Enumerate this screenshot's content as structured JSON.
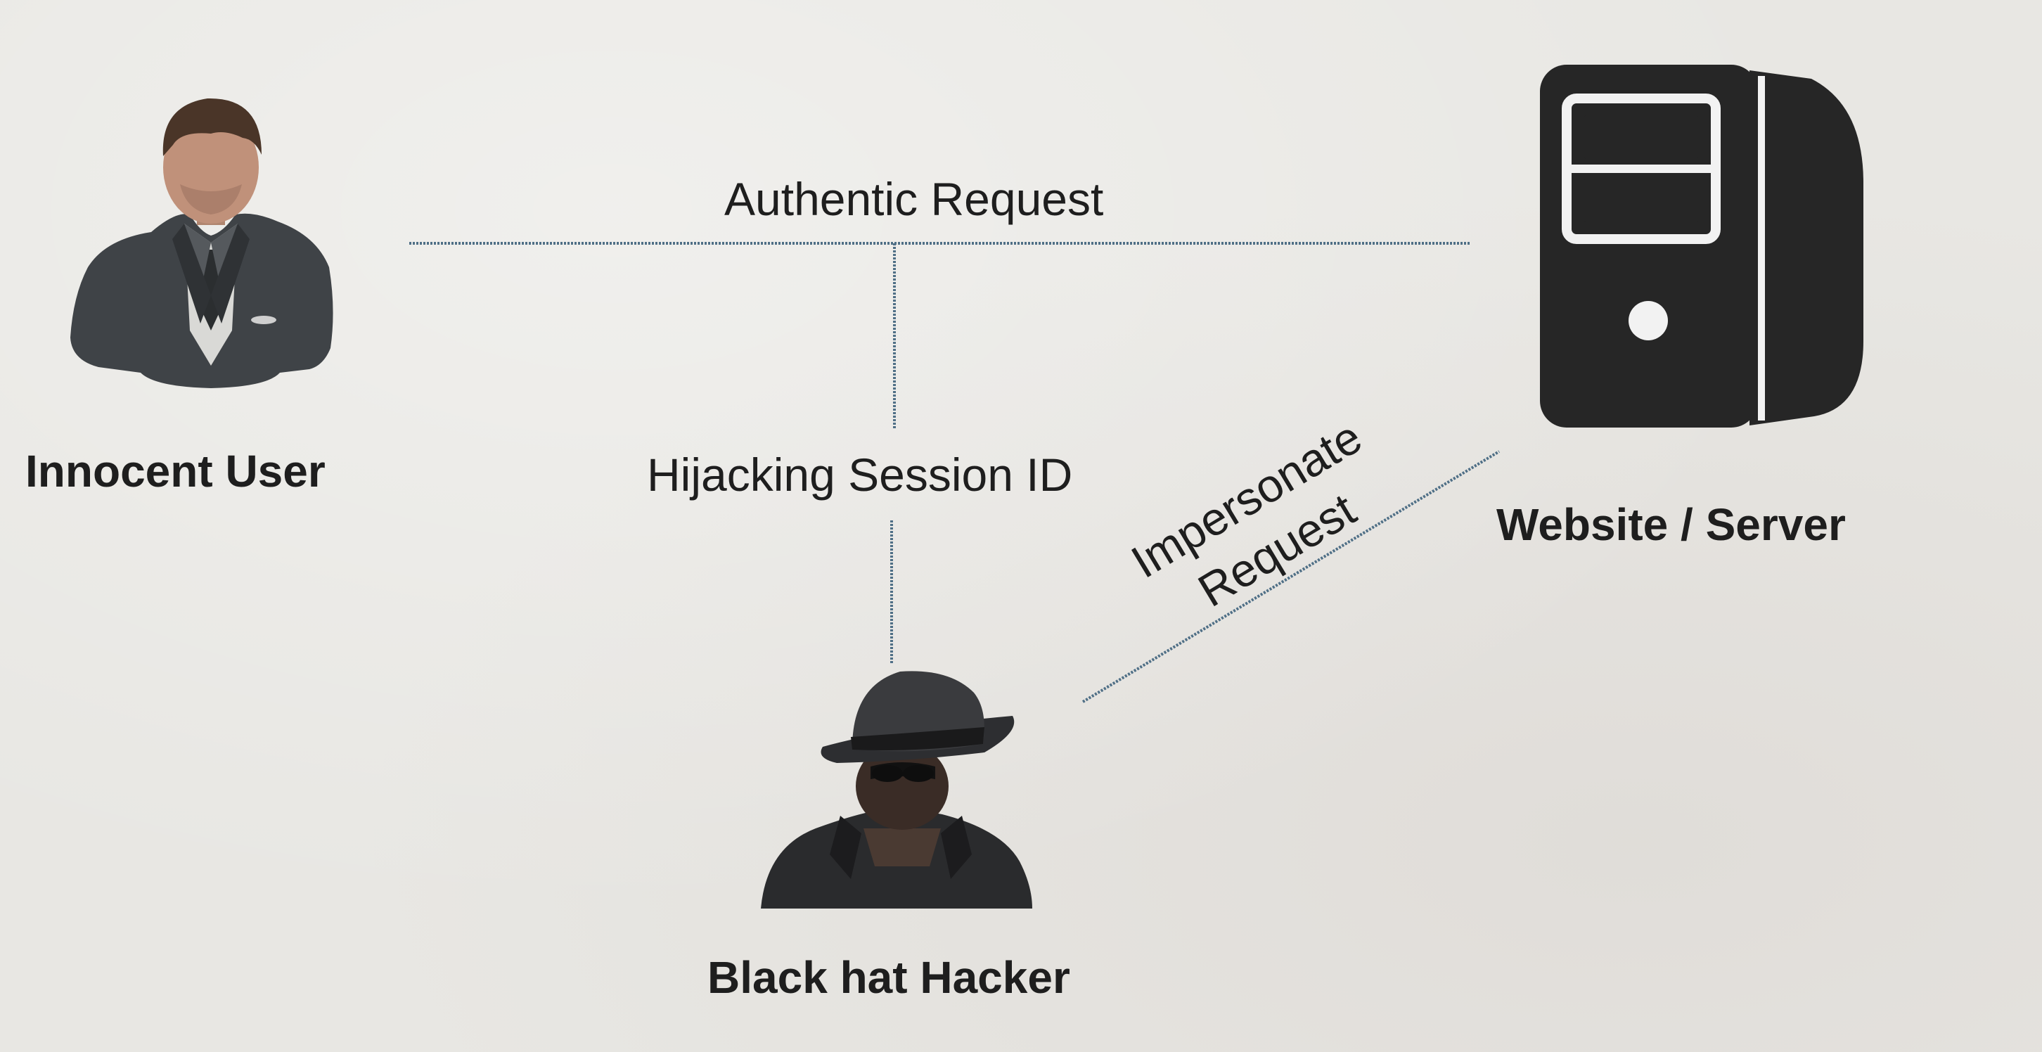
{
  "nodes": {
    "user": {
      "label": "Innocent User",
      "icon": "businessman-icon"
    },
    "server": {
      "label": "Website / Server",
      "icon": "server-tower-icon"
    },
    "hacker": {
      "label": "Black hat Hacker",
      "icon": "hacker-icon"
    }
  },
  "edges": {
    "authentic": {
      "label": "Authentic Request"
    },
    "hijack": {
      "label": "Hijacking Session ID"
    },
    "impersonate": {
      "label_line1": "Impersonate",
      "label_line2": "Request"
    }
  },
  "colors": {
    "background": "#e8e7e3",
    "line": "#4f6f86",
    "text": "#1e1e1e",
    "icon_dark": "#262626"
  }
}
